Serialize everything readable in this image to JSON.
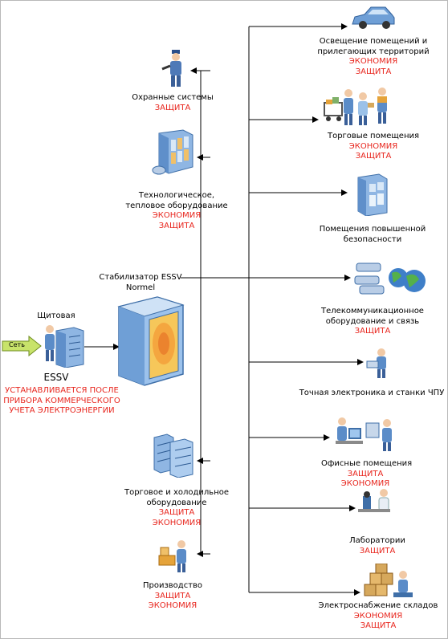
{
  "colors": {
    "accent_red": "#e8261e",
    "line": "#000000",
    "text": "#000000"
  },
  "left": {
    "panel": {
      "title": "Щитовая",
      "icon": "electrical-panel-icon"
    },
    "input": {
      "label": "Сеть",
      "icon": "arrow-input-icon"
    },
    "essv": {
      "title": "ESSV"
    },
    "install_note": [
      "УСТАНАВЛИВАЕТСЯ ПОСЛЕ",
      "ПРИБОРА КОММЕРЧЕСКОГО",
      "УЧЕТА ЭЛЕКТРОЭНЕРГИИ"
    ]
  },
  "stabilizer": {
    "title_lines": [
      "Стабилизатор ESSV",
      "Normel"
    ],
    "icon": "stabilizer-cabinet-icon"
  },
  "left_consumers": [
    {
      "icon": "guard-icon",
      "lines": [
        "Охранные системы"
      ],
      "tags": [
        "ЗАЩИТА"
      ]
    },
    {
      "icon": "machinery-icon",
      "lines": [
        "Технологическое,",
        "тепловое оборудование"
      ],
      "tags": [
        "ЭКОНОМИЯ",
        "ЗАЩИТА"
      ]
    },
    {
      "icon": "refrigeration-icon",
      "lines": [
        "Торговое и холодильное",
        "оборудование"
      ],
      "tags": [
        "ЗАЩИТА",
        "ЭКОНОМИЯ"
      ]
    },
    {
      "icon": "production-icon",
      "lines": [
        "Производство"
      ],
      "tags": [
        "ЗАЩИТА",
        "ЭКОНОМИЯ"
      ]
    }
  ],
  "right_consumers": [
    {
      "icon": "car-icon",
      "lines": [
        "Освещение помещений и",
        "прилегающих территорий"
      ],
      "tags": [
        "ЭКОНОМИЯ",
        "ЗАЩИТА"
      ]
    },
    {
      "icon": "shopping-icon",
      "lines": [
        "Торговые помещения"
      ],
      "tags": [
        "ЭКОНОМИЯ",
        "ЗАЩИТА"
      ]
    },
    {
      "icon": "secure-building-icon",
      "lines": [
        "Помещения повышенной",
        "безопасности"
      ],
      "tags": []
    },
    {
      "icon": "telecom-icon",
      "lines": [
        "Телекоммуникационное",
        "оборудование и связь"
      ],
      "tags": [
        "ЗАЩИТА"
      ]
    },
    {
      "icon": "precision-electronics-icon",
      "lines": [
        "Точная электроника и станки ЧПУ"
      ],
      "tags": []
    },
    {
      "icon": "office-icon",
      "lines": [
        "Офисные помещения"
      ],
      "tags": [
        "ЗАЩИТА",
        "ЭКОНОМИЯ"
      ]
    },
    {
      "icon": "laboratory-icon",
      "lines": [
        "Лаборатории"
      ],
      "tags": [
        "ЗАЩИТА"
      ]
    },
    {
      "icon": "warehouse-icon",
      "lines": [
        "Электроснабжение складов"
      ],
      "tags": [
        "ЭКОНОМИЯ",
        "ЗАЩИТА"
      ]
    }
  ]
}
